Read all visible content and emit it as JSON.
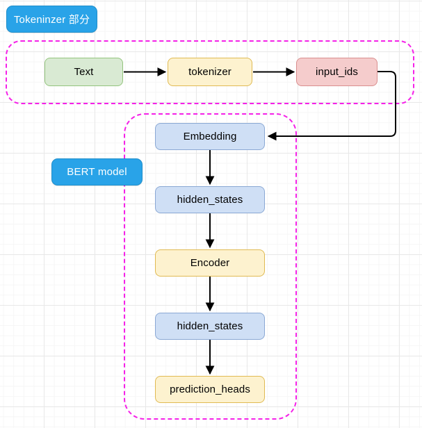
{
  "diagram": {
    "title": "BERT tokenizer and model pipeline flowchart",
    "background": {
      "grid": "true",
      "minor_color": "#f6f6f6",
      "major_color": "#e8e8e8"
    },
    "groups": [
      {
        "id": "tokenizer-group",
        "label": "Tokeninzer 部分",
        "border_color": "#f521e8",
        "border_style": "dashed"
      },
      {
        "id": "bert-group",
        "label": "BERT model",
        "border_color": "#f521e8",
        "border_style": "dashed"
      }
    ],
    "nodes": [
      {
        "id": "text",
        "label": "Text",
        "fill": "#d9ead3",
        "stroke": "#93c47d"
      },
      {
        "id": "tokenizer",
        "label": "tokenizer",
        "fill": "#fdf2cf",
        "stroke": "#e0ba52"
      },
      {
        "id": "input_ids",
        "label": "input_ids",
        "fill": "#f5cccc",
        "stroke": "#d98e8e"
      },
      {
        "id": "embedding",
        "label": "Embedding",
        "fill": "#cfdff5",
        "stroke": "#8aa8d4"
      },
      {
        "id": "hidden_states_1",
        "label": "hidden_states",
        "fill": "#cfdff5",
        "stroke": "#8aa8d4"
      },
      {
        "id": "encoder",
        "label": "Encoder",
        "fill": "#fdf2cf",
        "stroke": "#e0ba52"
      },
      {
        "id": "hidden_states_2",
        "label": "hidden_states",
        "fill": "#cfdff5",
        "stroke": "#8aa8d4"
      },
      {
        "id": "prediction_heads",
        "label": "prediction_heads",
        "fill": "#fdf2cf",
        "stroke": "#e0ba52"
      }
    ],
    "edges": [
      {
        "from": "text",
        "to": "tokenizer",
        "style": "straight"
      },
      {
        "from": "tokenizer",
        "to": "input_ids",
        "style": "straight"
      },
      {
        "from": "input_ids",
        "to": "embedding",
        "style": "orthogonal"
      },
      {
        "from": "embedding",
        "to": "hidden_states_1",
        "style": "straight"
      },
      {
        "from": "hidden_states_1",
        "to": "encoder",
        "style": "straight"
      },
      {
        "from": "encoder",
        "to": "hidden_states_2",
        "style": "straight"
      },
      {
        "from": "hidden_states_2",
        "to": "prediction_heads",
        "style": "straight"
      }
    ],
    "accent_color": "#29a3e8",
    "edge_color": "#000000"
  }
}
